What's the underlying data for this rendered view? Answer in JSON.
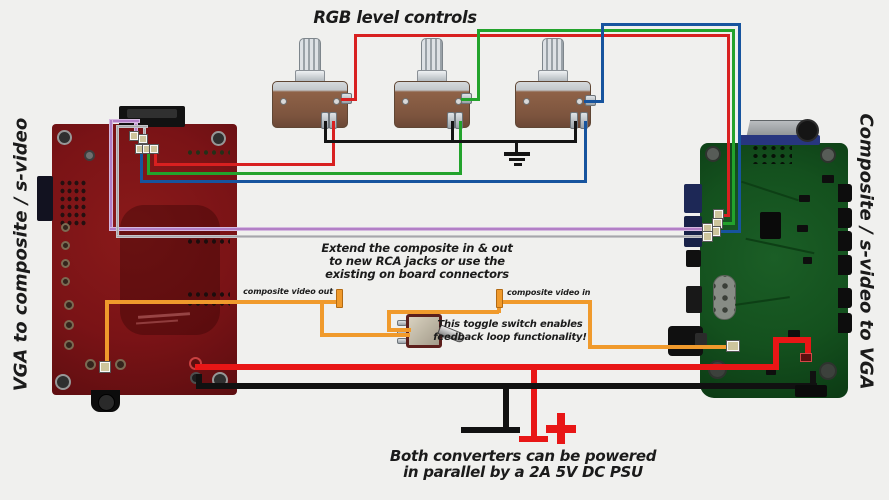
{
  "title": "RGB level controls",
  "boards": {
    "left": {
      "label": "VGA to composite / s-video"
    },
    "right": {
      "label": "Composite / s-video to VGA"
    }
  },
  "connector_labels": {
    "composite_out": "composite video out",
    "composite_in": "composite video in"
  },
  "notes": {
    "extend": [
      "Extend the composite in & out",
      "to new RCA jacks or use the",
      "existing on board connectors"
    ],
    "toggle": [
      "This toggle switch enables",
      "feedback loop functionality!"
    ],
    "power": [
      "Both converters can be powered",
      "in parallel by a 2A 5V DC PSU"
    ]
  },
  "power_symbols": {
    "plus": "+",
    "minus": "−"
  },
  "components": {
    "potentiometers": [
      "red-level-pot",
      "green-level-pot",
      "blue-level-pot"
    ],
    "toggle_switch": "feedback-loop-switch",
    "ground": "ground-symbol"
  },
  "colors": {
    "background": "#f0f0ee",
    "text": "#1b1b1b",
    "board_left": "#7a1316",
    "board_right": "#14511e",
    "wire_red": "#d82020",
    "wire_green": "#23a32c",
    "wire_blue": "#17549e",
    "wire_black": "#141414",
    "wire_orange": "#f09a2c",
    "wire_purple": "#b27fc6",
    "wire_gray": "#a6a6ab",
    "power_red": "#e81616",
    "power_black": "#111111"
  }
}
